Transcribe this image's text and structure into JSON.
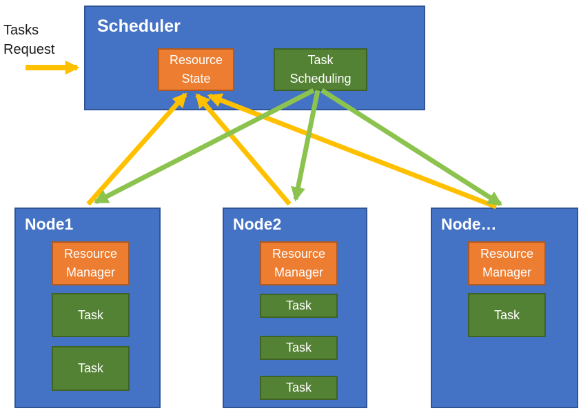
{
  "tasks_request": {
    "line1": "Tasks",
    "line2": "Request"
  },
  "scheduler": {
    "title": "Scheduler",
    "resource_state": {
      "line1": "Resource",
      "line2": "State"
    },
    "task_scheduling": {
      "line1": "Task",
      "line2": "Scheduling"
    }
  },
  "nodes": [
    {
      "title": "Node1",
      "manager": {
        "line1": "Resource",
        "line2": "Manager"
      },
      "tasks": [
        "Task",
        "Task"
      ]
    },
    {
      "title": "Node2",
      "manager": {
        "line1": "Resource",
        "line2": "Manager"
      },
      "tasks": [
        "Task",
        "Task",
        "Task"
      ]
    },
    {
      "title": "Node…",
      "manager": {
        "line1": "Resource",
        "line2": "Manager"
      },
      "tasks": [
        "Task"
      ]
    }
  ],
  "edges": [
    {
      "from": "tasks-request",
      "to": "scheduler",
      "color": "#FFC000"
    },
    {
      "from": "node1",
      "to": "resource-state",
      "color": "#FFC000"
    },
    {
      "from": "node2",
      "to": "resource-state",
      "color": "#FFC000"
    },
    {
      "from": "node-ellipsis",
      "to": "resource-state",
      "color": "#FFC000"
    },
    {
      "from": "task-scheduling",
      "to": "node1",
      "color": "#8CC34F"
    },
    {
      "from": "task-scheduling",
      "to": "node2",
      "color": "#8CC34F"
    },
    {
      "from": "task-scheduling",
      "to": "node-ellipsis",
      "color": "#8CC34F"
    }
  ],
  "colors": {
    "node_fill": "#4472C4",
    "node_border": "#2F5597",
    "orange_fill": "#ED7D31",
    "orange_border": "#AE5A21",
    "green_fill": "#548235",
    "green_border": "#3E6325",
    "arrow_yellow": "#FFC000",
    "arrow_green": "#8CC34F"
  }
}
